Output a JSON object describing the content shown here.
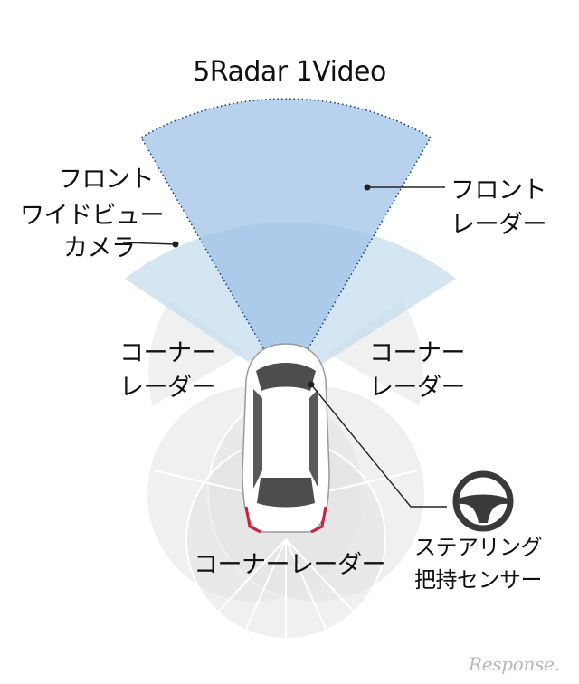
{
  "title": "5Radar 1Video",
  "labels": {
    "front_camera": [
      "フロント",
      "ワイドビュー",
      "カメラ"
    ],
    "front_radar": [
      "フロント",
      "レーダー"
    ],
    "corner_radar_left": [
      "コーナー",
      "レーダー"
    ],
    "corner_radar_right": [
      "コーナー",
      "レーダー"
    ],
    "corner_radar_rear": "コーナーレーダー",
    "steering_sensor": [
      "ステアリング",
      "把持センサー"
    ]
  },
  "watermark": "Response.",
  "colors": {
    "front_radar_fill": "#9dc1e6",
    "front_radar_edge": "#1f3d78",
    "camera_fill": "#c5dded",
    "corner_radar_fill": "#e3e3e3",
    "corner_radar_edge": "#ffffff",
    "leader_line": "#222222",
    "car_body": "#ffffff",
    "car_glass": "#4d4d4d",
    "tail_light": "#cc1f3a",
    "steering_icon": "#3a3a3a"
  },
  "icons": {
    "steering": "steering-wheel-icon"
  }
}
